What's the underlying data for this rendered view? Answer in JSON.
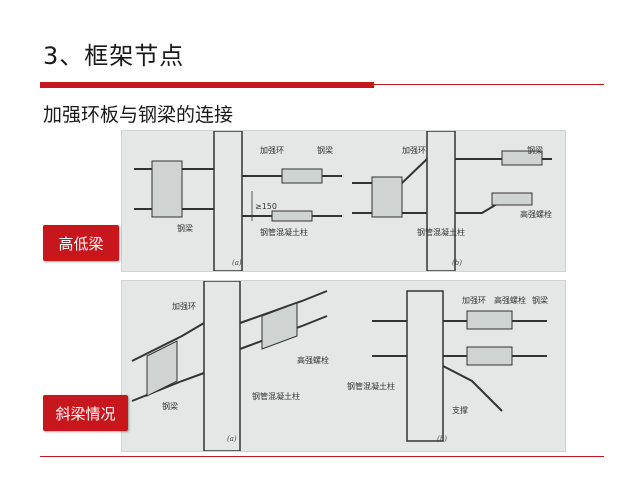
{
  "slide": {
    "title": "3、框架节点",
    "subtitle": "加强环板与钢梁的连接"
  },
  "badges": {
    "high_low": "高低梁",
    "inclined": "斜梁情况"
  },
  "figure_top": {
    "a": {
      "ring": "加强环",
      "beam_right": "钢梁",
      "beam_left": "钢梁",
      "column": "钢管混凝土柱",
      "dim": "≥150",
      "caption": "(a)"
    },
    "b": {
      "ring": "加强环",
      "beam": "钢梁",
      "bolt": "高强螺栓",
      "column": "钢管混凝土柱",
      "caption": "(b)"
    }
  },
  "figure_bottom": {
    "a": {
      "ring": "加强环",
      "bolt": "高强螺栓",
      "column": "钢管混凝土柱",
      "beam": "钢梁",
      "caption": "(a)"
    },
    "b": {
      "ring": "加强环",
      "bolt": "高强螺栓",
      "beam": "钢梁",
      "column": "钢管混凝土柱",
      "support": "支撑",
      "caption": "(b)"
    }
  }
}
